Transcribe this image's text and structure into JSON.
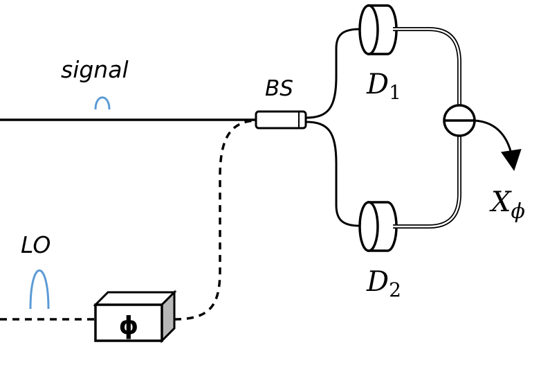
{
  "labels": {
    "signal": "signal",
    "bs": "BS",
    "lo": "LO",
    "d1_main": "D",
    "d1_sub": "1",
    "d2_main": "D",
    "d2_sub": "2",
    "x_main": "X",
    "x_sub": "ϕ",
    "phase": "ϕ"
  },
  "colors": {
    "pulse": "#5b9bd5",
    "line": "#000000"
  },
  "icons": {
    "phase_shifter": "box-icon",
    "detector": "photodetector-icon",
    "subtractor": "subtractor-icon"
  }
}
